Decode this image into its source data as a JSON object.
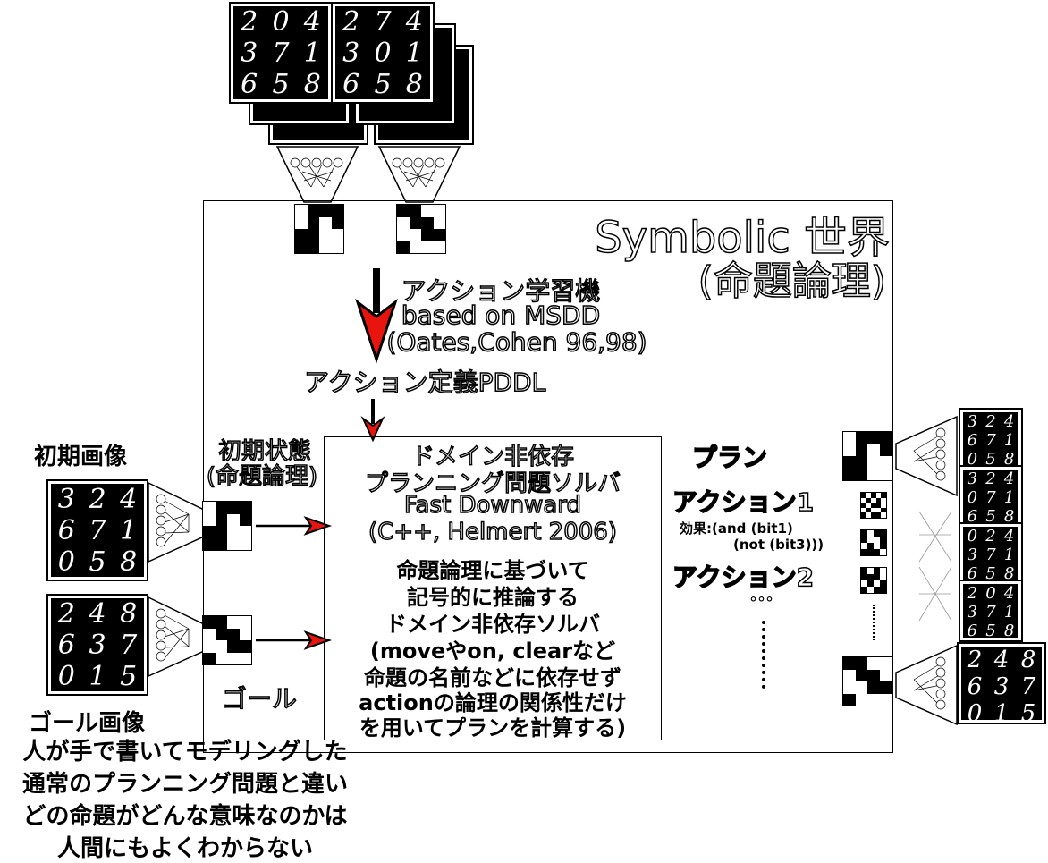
{
  "world": {
    "title_line1": "Symbolic 世界",
    "title_line2": "(命題論理)"
  },
  "learner": {
    "line1": "アクション学習機",
    "line2": "based on  MSDD",
    "line3": "(Oates,Cohen 96,98)"
  },
  "action_def": "アクション定義PDDL",
  "init_state": {
    "line1": "初期状態",
    "line2": "(命題論理)"
  },
  "solver": {
    "line1": "ドメイン非依存",
    "line2": "プランニング問題ソルバ",
    "line3": "Fast Downward",
    "line4": "(C++, Helmert 2006)",
    "desc1": "命題論理に基づいて",
    "desc2": "記号的に推論する",
    "desc3": "ドメイン非依存ソルバ",
    "desc4": "(moveやon, clearなど",
    "desc5": "命題の名前などに依存せず",
    "desc6": "actionの論理の関係性だけ",
    "desc7": "を用いてプランを計算する)"
  },
  "plan": {
    "title": "プラン",
    "action1": "アクション1",
    "effect1": "効果:(and (bit1)",
    "effect2": "(not (bit3)))",
    "action2": "アクション2",
    "ellipsis": "°°°"
  },
  "left": {
    "initial_image_label": "初期画像",
    "goal_image_label": "ゴール画像",
    "goal_label": "ゴール"
  },
  "bottom_note": {
    "line1": "人が手で書いてモデリングした",
    "line2": "通常のプランニング問題と違い",
    "line3": "どの命題がどんな意味なのかは",
    "line4": "人間にもよくわからない"
  },
  "mnist": {
    "top_a": [
      "2",
      "0",
      "4",
      "3",
      "7",
      "1",
      "6",
      "5",
      "8"
    ],
    "top_b": [
      "2",
      "7",
      "4",
      "3",
      "0",
      "1",
      "6",
      "5",
      "8"
    ],
    "init": [
      "3",
      "2",
      "4",
      "6",
      "7",
      "1",
      "0",
      "5",
      "8"
    ],
    "goal": [
      "2",
      "4",
      "8",
      "6",
      "3",
      "7",
      "0",
      "1",
      "5"
    ],
    "r1": [
      "3",
      "2",
      "4",
      "6",
      "7",
      "1",
      "0",
      "5",
      "8"
    ],
    "r2": [
      "3",
      "2",
      "4",
      "0",
      "7",
      "1",
      "6",
      "5",
      "8"
    ],
    "r3": [
      "0",
      "2",
      "4",
      "3",
      "7",
      "1",
      "6",
      "5",
      "8"
    ],
    "r4": [
      "2",
      "0",
      "4",
      "3",
      "7",
      "1",
      "6",
      "5",
      "8"
    ],
    "r5": [
      "2",
      "4",
      "8",
      "6",
      "3",
      "7",
      "0",
      "1",
      "5"
    ]
  },
  "colors": {
    "arrow_red": "#e8140e",
    "ink": "#000000"
  }
}
